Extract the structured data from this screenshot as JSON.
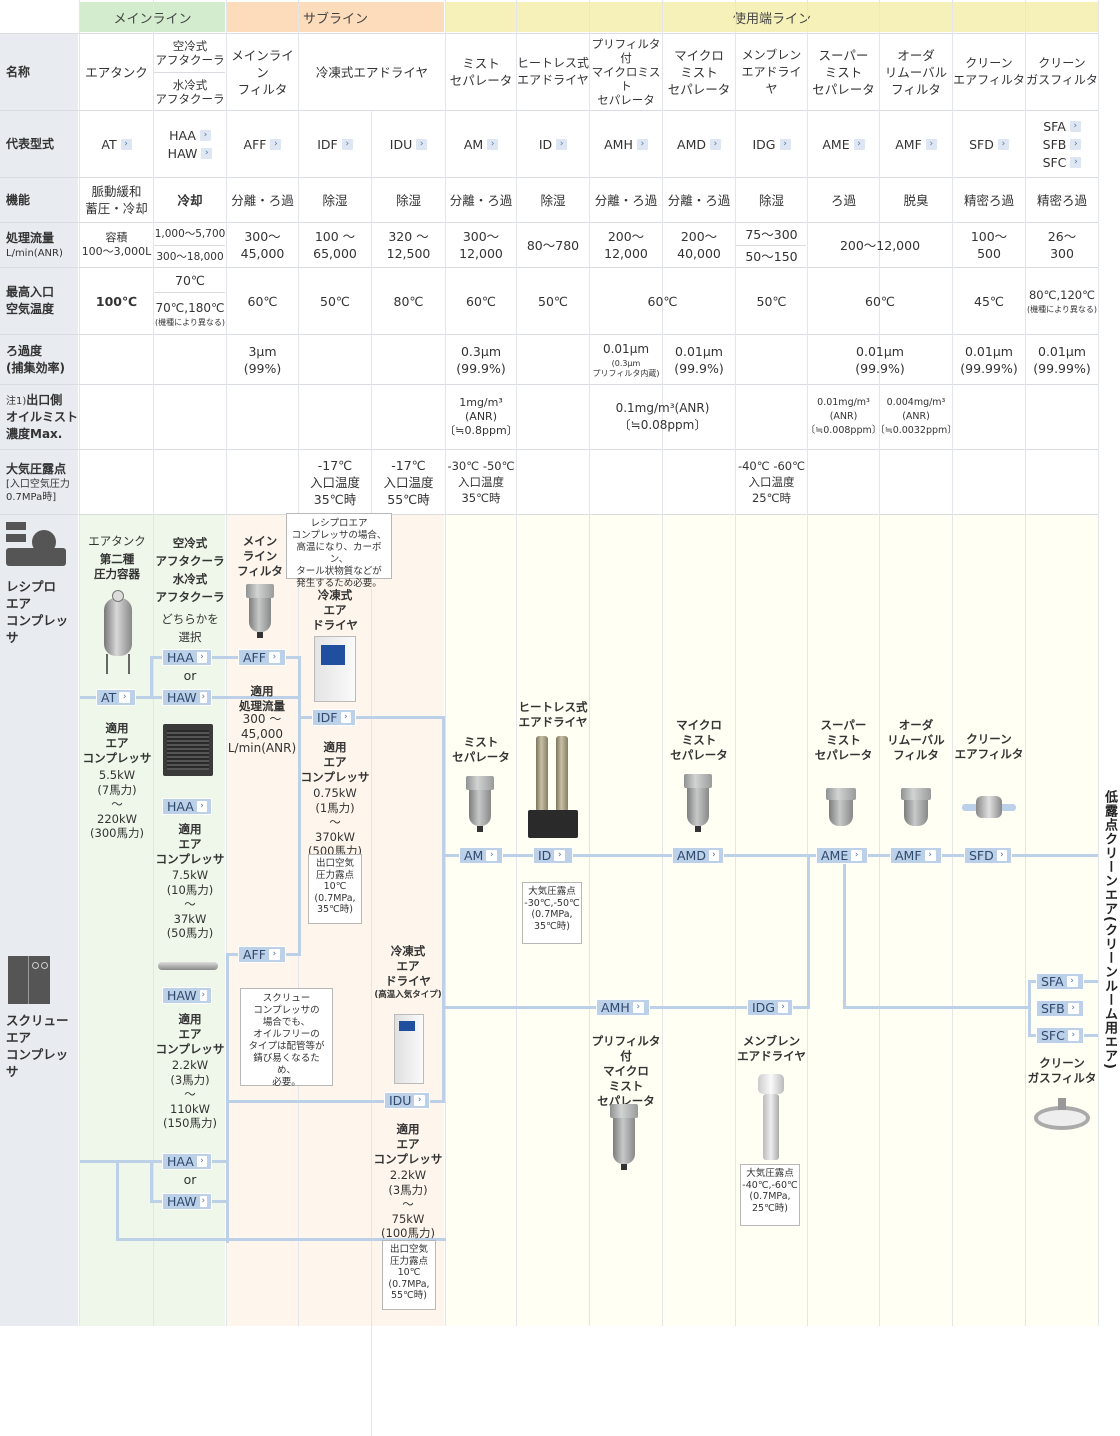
{
  "groups": {
    "main": "メインライン",
    "sub": "サブライン",
    "use": "使用端ライン"
  },
  "row_labels": {
    "name": "名称",
    "model": "代表型式",
    "function": "機能",
    "flow": "処理流量",
    "flow_unit": "L/min(ANR)",
    "temp": "最高入口\n空気温度",
    "filt": "ろ過度\n(捕集効率)",
    "oil_prefix": "注1)",
    "oil": "出口側\nオイルミスト\n濃度Max.",
    "dew": "大気圧露点",
    "dew_sub": "[入口空気圧力\n0.7MPa時]"
  },
  "names": {
    "at": "エアタンク",
    "haa": "空冷式\nアフタクーラ",
    "haw": "水冷式\nアフタクーラ",
    "aff": "メインライン\nフィルタ",
    "idf_idu": "冷凍式エアドライヤ",
    "am": "ミスト\nセパレータ",
    "id": "ヒートレス式\nエアドライヤ",
    "amh": "プリフィルタ付\nマイクロミスト\nセパレータ",
    "amd": "マイクロ\nミスト\nセパレータ",
    "idg": "メンブレン\nエアドライヤ",
    "ame": "スーパー\nミスト\nセパレータ",
    "amf": "オーダ\nリムーバル\nフィルタ",
    "sfd": "クリーン\nエアフィルタ",
    "sfx": "クリーン\nガスフィルタ"
  },
  "models": {
    "at": [
      "AT"
    ],
    "hax": [
      "HAA",
      "HAW"
    ],
    "aff": [
      "AFF"
    ],
    "idf": [
      "IDF"
    ],
    "idu": [
      "IDU"
    ],
    "am": [
      "AM"
    ],
    "id": [
      "ID"
    ],
    "amh": [
      "AMH"
    ],
    "amd": [
      "AMD"
    ],
    "idg": [
      "IDG"
    ],
    "ame": [
      "AME"
    ],
    "amf": [
      "AMF"
    ],
    "sfd": [
      "SFD"
    ],
    "sfx": [
      "SFA",
      "SFB",
      "SFC"
    ]
  },
  "functions": {
    "at": "脈動緩和\n蓄圧・冷却",
    "hax": "冷却",
    "aff": "分離・ろ過",
    "idf": "除湿",
    "idu": "除湿",
    "am": "分離・ろ過",
    "id": "除湿",
    "amh": "分離・ろ過",
    "amd": "分離・ろ過",
    "idg": "除湿",
    "ame": "ろ過",
    "amf": "脱臭",
    "sfd": "精密ろ過",
    "sfx": "精密ろ過"
  },
  "flows": {
    "at": "容積\n100〜3,000L",
    "haa": "1,000〜5,700",
    "haw": "300〜18,000",
    "aff": "300〜\n45,000",
    "idf": "100 〜\n65,000",
    "idu": "320 〜\n12,500",
    "am": "300〜\n12,000",
    "id": "80〜780",
    "amh": "200〜\n12,000",
    "amd": "200〜\n40,000",
    "idg_a": "75〜300",
    "idg_b": "50〜150",
    "ame_amf": "200〜12,000",
    "sfd": "100〜\n500",
    "sfx": "26〜\n300"
  },
  "temps": {
    "at": "100℃",
    "haa": "70℃",
    "haw": "70℃,180℃",
    "haw_note": "(機種により異なる)",
    "aff": "60℃",
    "idf": "50℃",
    "idu": "80℃",
    "am": "60℃",
    "id": "50℃",
    "amh_amd": "60℃",
    "idg": "50℃",
    "ame_amf": "60℃",
    "sfd": "45℃",
    "sfx": "80℃,120℃",
    "sfx_note": "(機種により異なる)"
  },
  "filtration": {
    "aff": "3μm\n(99%)",
    "am": "0.3μm\n(99.9%)",
    "amh": "0.01μm",
    "amh_note": "(0.3μm\nプリフィルタ内蔵)",
    "amd": "0.01μm\n(99.9%)",
    "ame_amf": "0.01μm\n(99.9%)",
    "sfd": "0.01μm\n(99.99%)",
    "sfx": "0.01μm\n(99.99%)"
  },
  "oil": {
    "am": "1mg/m³\n(ANR)\n〔≒0.8ppm〕",
    "amh_amd": "0.1mg/m³(ANR)\n〔≒0.08ppm〕",
    "ame": "0.01mg/m³\n(ANR)\n〔≒0.008ppm〕",
    "amf": "0.004mg/m³\n(ANR)\n〔≒0.0032ppm〕"
  },
  "dew": {
    "idf": "-17℃\n入口温度\n35℃時",
    "idu": "-17℃\n入口温度\n55℃時",
    "am": "-30℃ -50℃\n入口温度\n35℃時",
    "idg": "-40℃ -60℃\n入口温度\n25℃時"
  },
  "diagram": {
    "recip": "レシプロ\nエア\nコンプレッサ",
    "screw": "スクリュー\nエア\nコンプレッサ",
    "tank_caption": "エアタンク",
    "tank_bold": "第二種\n圧力容器",
    "cooler_title": "空冷式\nアフタクーラ\n水冷式\nアフタクーラ",
    "cooler_choice": "どちらかを\n選択",
    "or": "or",
    "aff_title": "メイン\nライン\nフィルタ",
    "aff_flow": "適用\n処理流量",
    "aff_flow_val": "300 〜\n45,000\nL/min(ANR)",
    "note_recip": "レシプロエア\nコンプレッサの場合、\n高温になり、カーボン、\nタール状物質などが\n発生するため必要。",
    "note_screw": "スクリュー\nコンプレッサの\n場合でも、\nオイルフリーの\nタイプは配管等が\n錆び易くなるため、\n必要。",
    "idf_title": "冷凍式\nエア\nドライヤ",
    "applied": "適用\nエア\nコンプレッサ",
    "at_comp": "5.5kW\n(7馬力)\n〜\n220kW\n(300馬力)",
    "hax_comp1": "7.5kW\n(10馬力)\n〜\n37kW\n(50馬力)",
    "hax_comp2": "2.2kW\n(3馬力)\n〜\n110kW\n(150馬力)",
    "idf_comp": "0.75kW\n(1馬力)\n〜\n370kW\n(500馬力)",
    "idf_dew": "出口空気\n圧力露点\n10℃\n(0.7MPa,\n35℃時)",
    "idu_title": "冷凍式\nエア\nドライヤ",
    "idu_sub": "(高温入気タイプ)",
    "idu_comp": "2.2kW\n(3馬力)\n〜\n75kW\n(100馬力)",
    "idu_dew": "出口空気\n圧力露点\n10℃\n(0.7MPa,\n55℃時)",
    "am_title": "ミスト\nセパレータ",
    "id_title": "ヒートレス式\nエアドライヤ",
    "id_dew": "大気圧露点\n-30℃,-50℃\n(0.7MPa,\n35℃時)",
    "amd_title": "マイクロ\nミスト\nセパレータ",
    "ame_title": "スーパー\nミスト\nセパレータ",
    "amf_title": "オーダ\nリムーバル\nフィルタ",
    "sfd_title": "クリーン\nエアフィルタ",
    "amh_title": "プリフィルタ付\nマイクロ\nミスト\nセパレータ",
    "idg_title": "メンブレン\nエアドライヤ",
    "idg_dew": "大気圧露点\n-40℃,-60℃\n(0.7MPa,\n25℃時)",
    "sfx_title": "クリーン\nガスフィルタ",
    "outlet": "低露点クリーンエア(クリーンルーム用エア)"
  },
  "colors": {
    "main": "#e3f1df",
    "sub": "#fde9d5",
    "use": "#f8f6cf",
    "pipe": "#bcd0e8",
    "label": "#e8ecf0"
  }
}
